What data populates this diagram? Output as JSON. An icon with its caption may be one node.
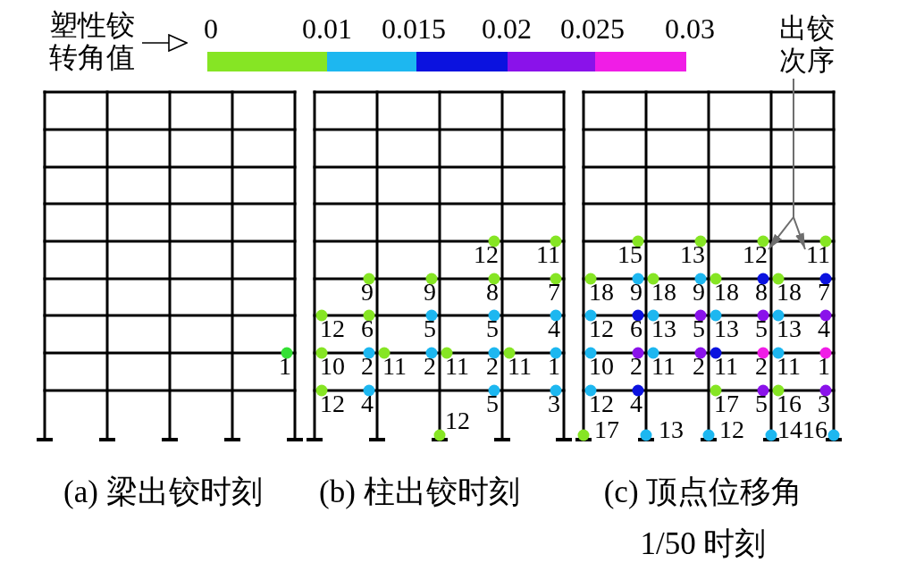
{
  "diagram": {
    "nodes": [
      {
        "text": [
          "塑性铰转角值"
        ]
      },
      {
        "text": [],
        "shape": "bar",
        "beside": [
          "0",
          "0.01",
          "0.015",
          "0.02",
          "0.025",
          "0.03"
        ]
      },
      {
        "text": [
          "出铰次序"
        ]
      },
      {
        "text": [
          "12"
        ]
      },
      {
        "text": [
          "11"
        ]
      }
    ],
    "edges": [
      {
        "from": 0,
        "to": 1,
        "arrow": "to",
        "color": "#000000"
      },
      {
        "from": 2,
        "to": 3,
        "arrow": "to"
      },
      {
        "from": 2,
        "to": 4,
        "arrow": "to"
      }
    ],
    "labels": [
      "1",
      "12",
      "11",
      "9",
      "9",
      "8",
      "7",
      "12",
      "6",
      "5",
      "5",
      "4",
      "10",
      "2",
      "11",
      "2",
      "11",
      "2",
      "11",
      "1",
      "12",
      "4",
      "5",
      "3",
      "12",
      "15",
      "13",
      "18",
      "9",
      "18",
      "9",
      "18",
      "8",
      "18",
      "7",
      "12",
      "6",
      "13",
      "5",
      "13",
      "5",
      "13",
      "4",
      "10",
      "2",
      "11",
      "2",
      "11",
      "2",
      "11",
      "1",
      "12",
      "4",
      "17",
      "5",
      "16",
      "3",
      "17",
      "13",
      "12",
      "14",
      "16",
      "(a) 梁出铰时刻",
      "(b) 柱出铰时刻",
      "(c) 顶点位移角 1/50 时刻"
    ]
  }
}
